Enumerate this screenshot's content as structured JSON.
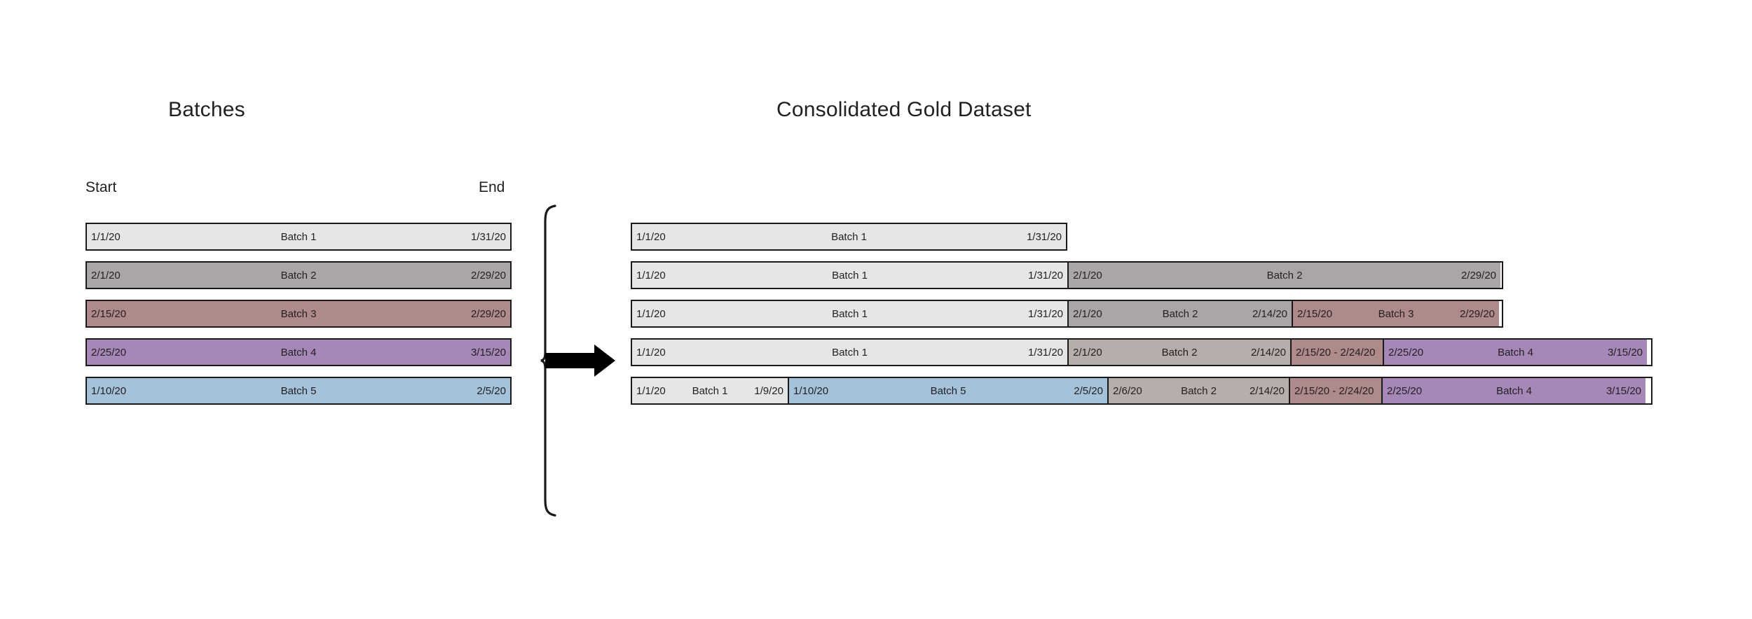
{
  "headings": {
    "left_title": "Batches",
    "right_title": "Consolidated Gold Dataset",
    "start_label": "Start",
    "end_label": "End"
  },
  "colors": {
    "light_gray": "#E6E6E6",
    "gray": "#ABA6A6",
    "taupe": "#B5AEAA",
    "rose": "#AE8A8A",
    "purple": "#A688B8",
    "blue": "#A4C2DA",
    "border": "#1A1A1A",
    "arrow": "#000000"
  },
  "batches": [
    {
      "start": "1/1/20",
      "label": "Batch 1",
      "end": "1/31/20",
      "fill": "light_gray"
    },
    {
      "start": "2/1/20",
      "label": "Batch 2",
      "end": "2/29/20",
      "fill": "gray"
    },
    {
      "start": "2/15/20",
      "label": "Batch 3",
      "end": "2/29/20",
      "fill": "rose"
    },
    {
      "start": "2/25/20",
      "label": "Batch 4",
      "end": "3/15/20",
      "fill": "purple"
    },
    {
      "start": "1/10/20",
      "label": "Batch 5",
      "end": "2/5/20",
      "fill": "blue"
    }
  ],
  "consolidated": [
    {
      "row": 1,
      "segments": [
        {
          "start": "1/1/20",
          "label": "Batch 1",
          "end": "1/31/20",
          "fill": "light_gray"
        }
      ]
    },
    {
      "row": 2,
      "segments": [
        {
          "start": "1/1/20",
          "label": "Batch 1",
          "end": "1/31/20",
          "fill": "light_gray"
        },
        {
          "start": "2/1/20",
          "label": "Batch 2",
          "end": "2/29/20",
          "fill": "gray"
        }
      ]
    },
    {
      "row": 3,
      "segments": [
        {
          "start": "1/1/20",
          "label": "Batch 1",
          "end": "1/31/20",
          "fill": "light_gray"
        },
        {
          "start": "2/1/20",
          "label": "Batch 2",
          "end": "2/14/20",
          "fill": "gray"
        },
        {
          "start": "2/15/20",
          "label": "Batch 3",
          "end": "2/29/20",
          "fill": "rose"
        }
      ]
    },
    {
      "row": 4,
      "segments": [
        {
          "start": "1/1/20",
          "label": "Batch 1",
          "end": "1/31/20",
          "fill": "light_gray"
        },
        {
          "start": "2/1/20",
          "label": "Batch 2",
          "end": "2/14/20",
          "fill": "taupe"
        },
        {
          "range": "2/15/20 - 2/24/20",
          "fill": "rose"
        },
        {
          "start": "2/25/20",
          "label": "Batch 4",
          "end": "3/15/20",
          "fill": "purple"
        }
      ]
    },
    {
      "row": 5,
      "segments": [
        {
          "start": "1/1/20",
          "label": "Batch 1",
          "end": "1/9/20",
          "fill": "light_gray"
        },
        {
          "start": "1/10/20",
          "label": "Batch 5",
          "end": "2/5/20",
          "fill": "blue"
        },
        {
          "start": "2/6/20",
          "label": "Batch 2",
          "end": "2/14/20",
          "fill": "taupe"
        },
        {
          "range": "2/15/20 - 2/24/20",
          "fill": "rose"
        },
        {
          "start": "2/25/20",
          "label": "Batch 4",
          "end": "3/15/20",
          "fill": "purple"
        }
      ]
    }
  ],
  "connector": {
    "bracket": "curly-brace-bracket",
    "arrow": "right-arrow"
  }
}
